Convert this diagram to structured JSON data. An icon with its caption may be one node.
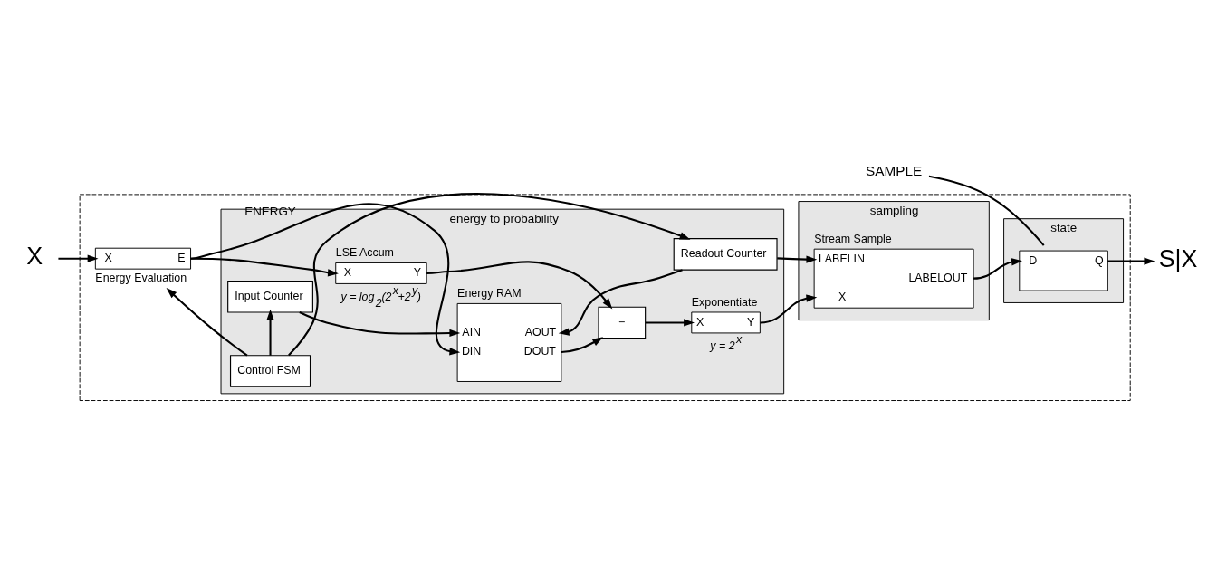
{
  "diagram": {
    "nodes": [
      {
        "text": [],
        "shape": "box"
      },
      {
        "text": [
          "energy to probability"
        ],
        "in": 0
      },
      {
        "text": [
          "sampling"
        ],
        "in": 0
      },
      {
        "text": [
          "state"
        ],
        "in": 0
      },
      {
        "text": [
          "X",
          "E",
          "Energy Evaluation"
        ],
        "in": 0
      },
      {
        "text": [
          "Control FSM"
        ],
        "in": 1
      },
      {
        "text": [
          "Input Counter"
        ],
        "in": 1
      },
      {
        "text": [
          "Energy RAM",
          "AIN",
          "AOUT",
          "DIN",
          "DOUT"
        ],
        "in": 1
      },
      {
        "text": [
          "Readout Counter"
        ],
        "in": 1
      },
      {
        "text": [
          "−"
        ],
        "in": 1
      },
      {
        "text": [
          "Exponentiate",
          "X",
          "Y"
        ],
        "beside": [
          "y = 2$^{x}$"
        ],
        "in": 1
      },
      {
        "text": [
          "LSE Accum",
          "X",
          "Y"
        ],
        "beside": [
          "y = log$_{2}$(2$^{x}$+2$^{y}$)"
        ],
        "in": 1
      },
      {
        "text": [
          "Stream Sample",
          "LABELIN",
          "LABELOUT",
          "X"
        ],
        "in": 2
      },
      {
        "text": [
          "D",
          "Q"
        ],
        "in": 3
      },
      {
        "text": [
          "X"
        ]
      },
      {
        "text": [
          "S|X"
        ]
      },
      {
        "text": [
          "SAMPLE"
        ]
      }
    ],
    "edges": [
      {
        "from": 14,
        "to": 4,
        "arrow": "to"
      },
      {
        "from": 5,
        "to": 4,
        "arrow": "to"
      },
      {
        "from": 5,
        "to": 6,
        "arrow": "to"
      },
      {
        "from": 5,
        "to": 8,
        "arrow": "to"
      },
      {
        "from": 4,
        "to": 7,
        "arrow": "to",
        "label": "ENERGY"
      },
      {
        "from": 4,
        "to": 11,
        "arrow": "to"
      },
      {
        "from": 6,
        "to": 7,
        "arrow": "to"
      },
      {
        "from": 8,
        "to": 7,
        "arrow": "to"
      },
      {
        "from": 8,
        "to": 12,
        "arrow": "to"
      },
      {
        "from": 7,
        "to": 9,
        "arrow": "to"
      },
      {
        "from": 11,
        "to": 9,
        "arrow": "to"
      },
      {
        "from": 9,
        "to": 10,
        "arrow": "to"
      },
      {
        "from": 10,
        "to": 12,
        "arrow": "to"
      },
      {
        "from": 12,
        "to": 13,
        "arrow": "to"
      },
      {
        "from": 13,
        "to": 15,
        "arrow": "to"
      },
      {
        "from": 16,
        "to": 13,
        "arrow": "none"
      }
    ]
  }
}
